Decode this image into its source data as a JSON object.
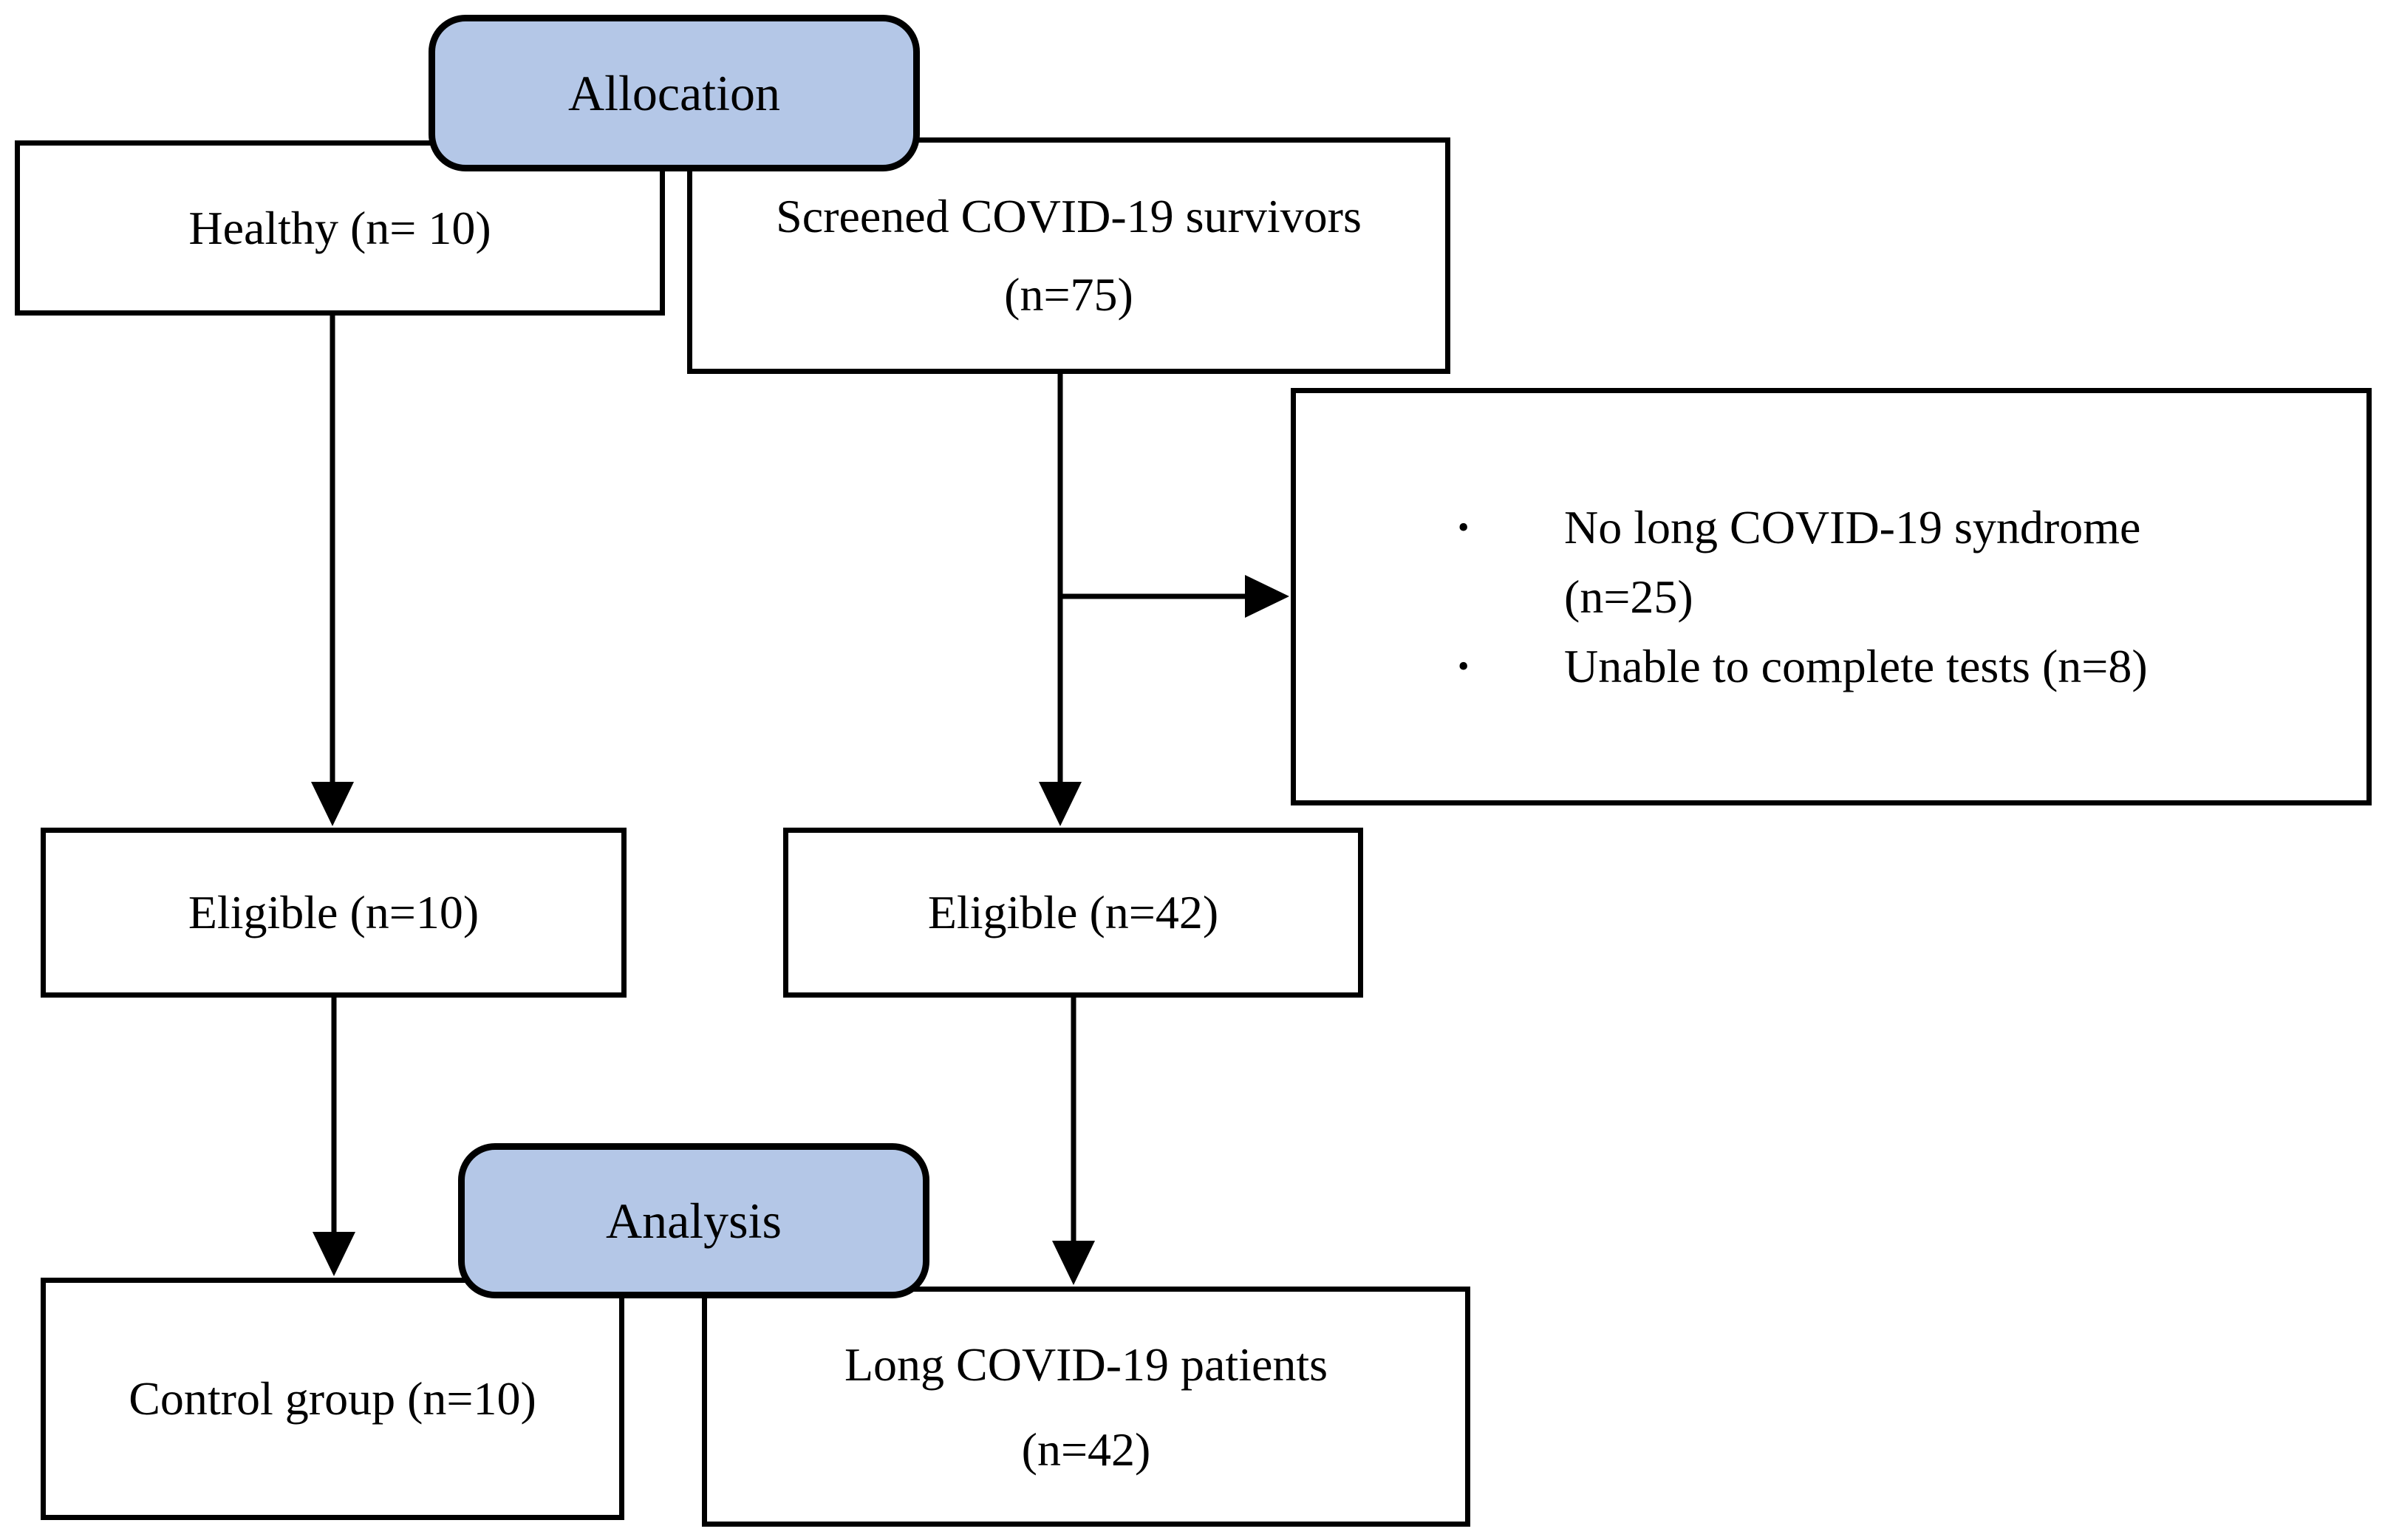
{
  "colors": {
    "stage_fill": "#b4c7e7",
    "border": "#000000",
    "background": "#ffffff"
  },
  "nodes": {
    "allocation": {
      "label": "Allocation"
    },
    "healthy": {
      "label": "Healthy (n= 10)"
    },
    "screened": {
      "line1": "Screened COVID-19 survivors",
      "line2": "(n=75)"
    },
    "exclusions": {
      "bullet": "•",
      "items": [
        {
          "line1": "No long COVID-19 syndrome",
          "line2": "(n=25)"
        },
        {
          "line1": "Unable to complete tests (n=8)"
        }
      ]
    },
    "eligible_control": {
      "label": "Eligible (n=10)"
    },
    "eligible_patients": {
      "label": "Eligible (n=42)"
    },
    "analysis": {
      "label": "Analysis"
    },
    "control_group": {
      "label": "Control group (n=10)"
    },
    "long_covid": {
      "line1": "Long COVID-19 patients",
      "line2": "(n=42)"
    }
  }
}
